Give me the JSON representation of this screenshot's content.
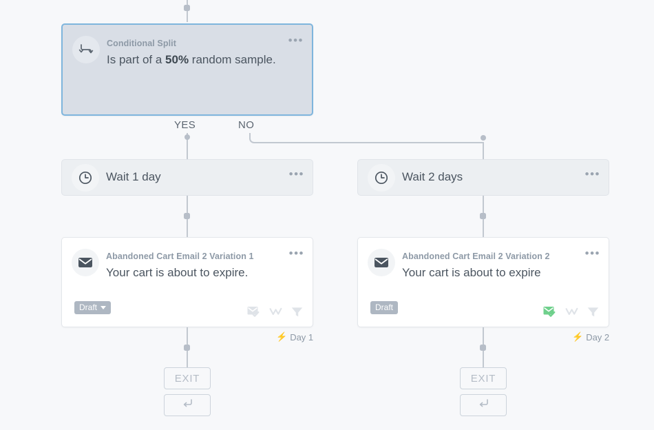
{
  "canvas": {
    "background": "#f7f8fa",
    "connector_color": "#c2c8d0"
  },
  "nodes": {
    "conditional_split": {
      "kicker": "Conditional Split",
      "title_prefix": "Is part of a ",
      "title_value": "50%",
      "title_suffix": " random sample.",
      "icon": "split-branch-icon",
      "menu": "•••",
      "accent_border": "#7eb5dd",
      "fill": "#d9dee6"
    },
    "branches": {
      "yes_label": "YES",
      "no_label": "NO"
    },
    "wait_left": {
      "title": "Wait 1 day",
      "icon": "clock-icon",
      "menu": "•••"
    },
    "wait_right": {
      "title": "Wait 2 days",
      "icon": "clock-icon",
      "menu": "•••"
    },
    "email_left": {
      "kicker": "Abandoned Cart Email 2 Variation 1",
      "title": "Your cart is about to expire.",
      "icon": "envelope-icon",
      "menu": "•••",
      "status": "Draft",
      "status_has_caret": true,
      "status_color": "#aeb7c2",
      "actions": [
        "email-sent-check-icon",
        "split-path-icon",
        "filter-icon"
      ],
      "action_colors": [
        "#dfe3e8",
        "#dfe3e8",
        "#dfe3e8"
      ],
      "daystamp": "Day 1",
      "daystamp_icon": "⚡"
    },
    "email_right": {
      "kicker": "Abandoned Cart Email 2 Variation 2",
      "title": "Your cart is about to expire",
      "icon": "envelope-icon",
      "menu": "•••",
      "status": "Draft",
      "status_has_caret": false,
      "status_color": "#aeb7c2",
      "actions": [
        "email-sent-check-icon",
        "split-path-icon",
        "filter-icon"
      ],
      "action_colors": [
        "#6fd08c",
        "#dfe3e8",
        "#dfe3e8"
      ],
      "daystamp": "Day 2",
      "daystamp_icon": "⚡"
    },
    "exit_left": {
      "label": "EXIT",
      "loop_icon": "return-arrow-icon"
    },
    "exit_right": {
      "label": "EXIT",
      "loop_icon": "return-arrow-icon"
    }
  }
}
